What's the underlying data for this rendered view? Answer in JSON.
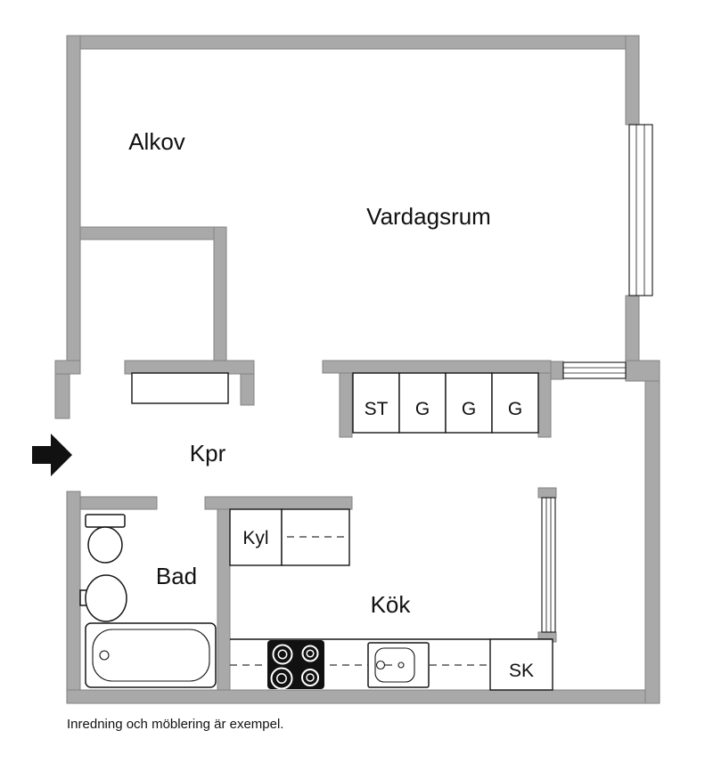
{
  "floorplan": {
    "rooms": {
      "alkov": "Alkov",
      "vardagsrum": "Vardagsrum",
      "kpr": "Kpr",
      "bad": "Bad",
      "kok": "Kök"
    },
    "units": {
      "kyl": "Kyl",
      "sk": "SK",
      "cabinets": [
        "ST",
        "G",
        "G",
        "G"
      ]
    },
    "caption": "Inredning och möblering är exempel.",
    "colors": {
      "wall": "#a9a9a9",
      "wall_outline": "#828282",
      "line": "#111111",
      "background": "#ffffff"
    }
  }
}
